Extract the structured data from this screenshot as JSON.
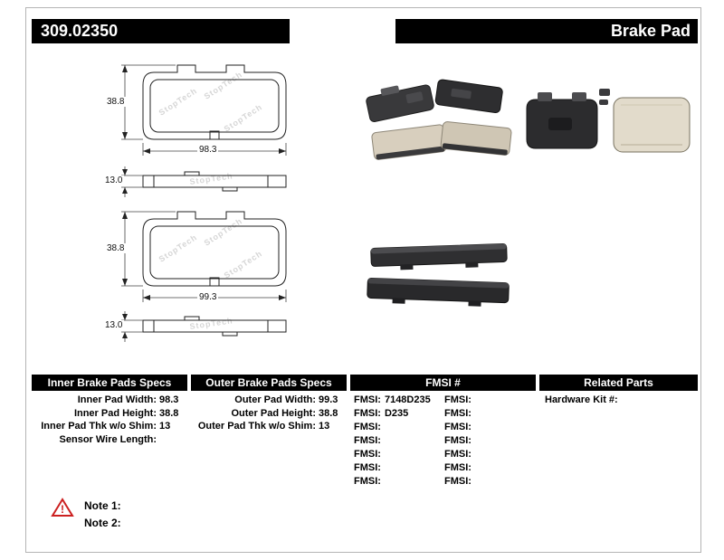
{
  "header": {
    "part_number": "309.02350",
    "product_title": "Brake Pad"
  },
  "colors": {
    "header_bg": "#000000",
    "warning_red": "#cc2020"
  },
  "diagrams": {
    "watermark": "StopTech",
    "inner_front": {
      "height": "38.8",
      "width": "98.3"
    },
    "inner_side": {
      "thickness": "13.0"
    },
    "outer_front": {
      "height": "38.8",
      "width": "99.3"
    },
    "outer_side": {
      "thickness": "13.0"
    }
  },
  "spec_table": {
    "inner": {
      "header": "Inner Brake Pads Specs",
      "rows": [
        {
          "label": "Inner Pad Width:",
          "value": "98.3"
        },
        {
          "label": "Inner Pad Height:",
          "value": "38.8"
        },
        {
          "label": "Inner Pad Thk w/o Shim:",
          "value": "13"
        },
        {
          "label": "Sensor Wire Length:",
          "value": ""
        }
      ]
    },
    "outer": {
      "header": "Outer Brake Pads Specs",
      "rows": [
        {
          "label": "Outer Pad Width:",
          "value": "99.3"
        },
        {
          "label": "Outer Pad Height:",
          "value": "38.8"
        },
        {
          "label": "Outer Pad Thk w/o Shim:",
          "value": "13"
        }
      ]
    },
    "fmsi": {
      "header": "FMSI #",
      "rows": [
        {
          "l_label": "FMSI:",
          "l_value": "7148D235",
          "r_label": "FMSI:",
          "r_value": ""
        },
        {
          "l_label": "FMSI:",
          "l_value": "D235",
          "r_label": "FMSI:",
          "r_value": ""
        },
        {
          "l_label": "FMSI:",
          "l_value": "",
          "r_label": "FMSI:",
          "r_value": ""
        },
        {
          "l_label": "FMSI:",
          "l_value": "",
          "r_label": "FMSI:",
          "r_value": ""
        },
        {
          "l_label": "FMSI:",
          "l_value": "",
          "r_label": "FMSI:",
          "r_value": ""
        },
        {
          "l_label": "FMSI:",
          "l_value": "",
          "r_label": "FMSI:",
          "r_value": ""
        },
        {
          "l_label": "FMSI:",
          "l_value": "",
          "r_label": "FMSI:",
          "r_value": ""
        }
      ]
    },
    "related": {
      "header": "Related Parts",
      "rows": [
        {
          "label": "Hardware Kit #:",
          "value": ""
        }
      ]
    }
  },
  "notes": {
    "warning_icon": "!",
    "note1": "Note 1:",
    "note2": "Note 2:"
  }
}
